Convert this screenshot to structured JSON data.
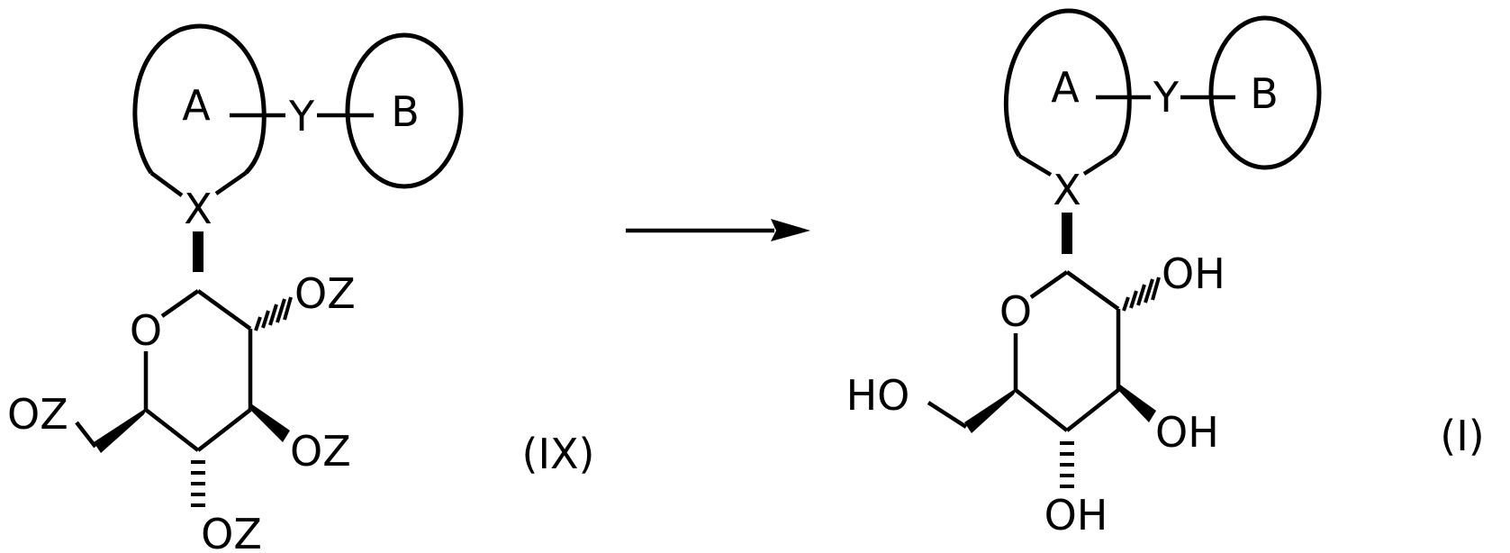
{
  "scheme": {
    "type": "reaction-scheme",
    "arrow": {
      "direction": "right",
      "color": "#000000"
    }
  },
  "reactant": {
    "compound_label": "(IX)",
    "ring_a_label": "A",
    "ring_b_label": "B",
    "linker_label": "Y",
    "attachment_atom": "X",
    "ring_oxygen": "O",
    "substituents": {
      "c2": "OZ",
      "c3": "OZ",
      "c4": "OZ",
      "c6": "OZ"
    }
  },
  "product": {
    "compound_label": "(I)",
    "ring_a_label": "A",
    "ring_b_label": "B",
    "linker_label": "Y",
    "attachment_atom": "X",
    "ring_oxygen": "O",
    "substituents": {
      "c2": "OH",
      "c3": "OH",
      "c4": "OH",
      "c6": "HO"
    }
  }
}
